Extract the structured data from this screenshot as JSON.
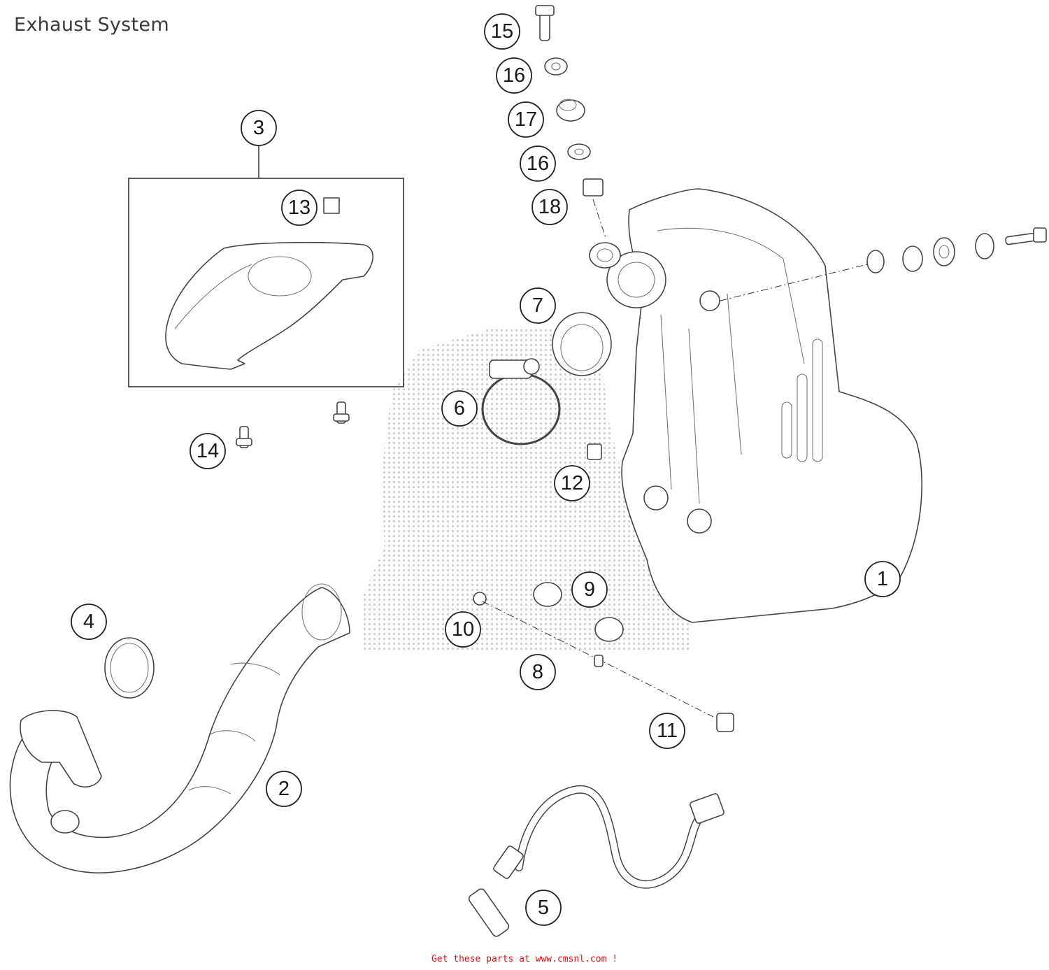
{
  "title": "Exhaust System",
  "footer": "Get these parts at www.cmsnl.com !",
  "callouts": {
    "c1": "1",
    "c2": "2",
    "c3": "3",
    "c4": "4",
    "c5": "5",
    "c6": "6",
    "c7": "7",
    "c8": "8",
    "c9": "9",
    "c10": "10",
    "c11": "11",
    "c12": "12",
    "c13": "13",
    "c14": "14",
    "c15": "15",
    "c16a": "16",
    "c16b": "16",
    "c17": "17",
    "c18": "18"
  }
}
